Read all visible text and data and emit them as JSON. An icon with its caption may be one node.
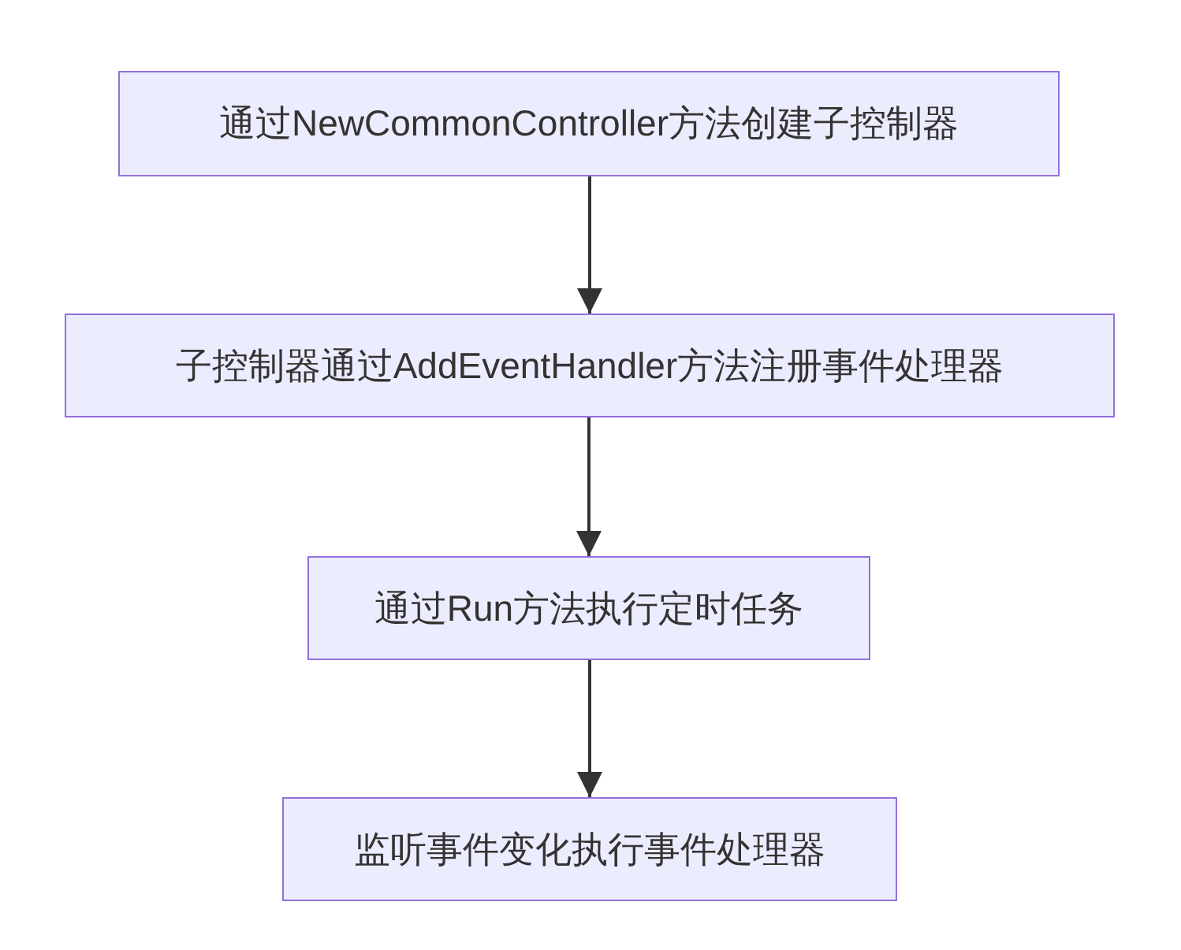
{
  "diagram": {
    "nodes": [
      {
        "text": [
          "通过NewCommonController方法创建子控制器"
        ]
      },
      {
        "text": [
          "子控制器通过AddEventHandler方法注册事件处理器"
        ]
      },
      {
        "text": [
          "通过Run方法执行定时任务"
        ]
      },
      {
        "text": [
          "监听事件变化执行事件处理器"
        ]
      }
    ],
    "edges": [
      {
        "from": 0,
        "to": 1,
        "arrow": "to"
      },
      {
        "from": 1,
        "to": 2,
        "arrow": "to"
      },
      {
        "from": 2,
        "to": 3,
        "arrow": "to"
      }
    ]
  }
}
